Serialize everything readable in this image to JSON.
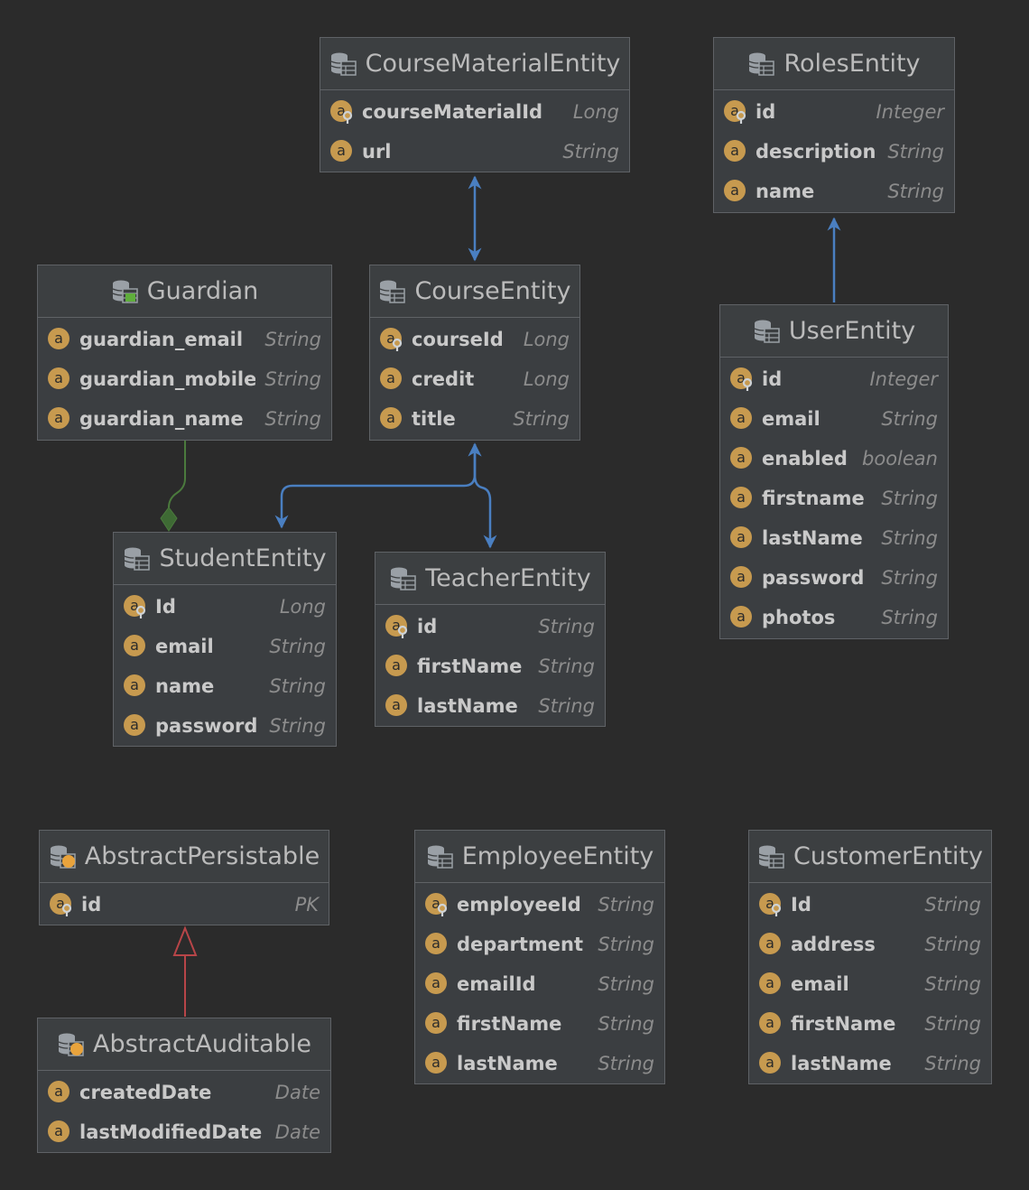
{
  "diagram": {
    "entities": {
      "course_material": {
        "title": "CourseMaterialEntity",
        "fields": [
          {
            "name": "courseMaterialId",
            "type": "Long",
            "key": true
          },
          {
            "name": "url",
            "type": "String",
            "key": false
          }
        ]
      },
      "roles": {
        "title": "RolesEntity",
        "fields": [
          {
            "name": "id",
            "type": "Integer",
            "key": true
          },
          {
            "name": "description",
            "type": "String",
            "key": false
          },
          {
            "name": "name",
            "type": "String",
            "key": false
          }
        ]
      },
      "guardian": {
        "title": "Guardian",
        "fields": [
          {
            "name": "guardian_email",
            "type": "String",
            "key": false
          },
          {
            "name": "guardian_mobile",
            "type": "String",
            "key": false
          },
          {
            "name": "guardian_name",
            "type": "String",
            "key": false
          }
        ]
      },
      "course": {
        "title": "CourseEntity",
        "fields": [
          {
            "name": "courseId",
            "type": "Long",
            "key": true
          },
          {
            "name": "credit",
            "type": "Long",
            "key": false
          },
          {
            "name": "title",
            "type": "String",
            "key": false
          }
        ]
      },
      "user": {
        "title": "UserEntity",
        "fields": [
          {
            "name": "id",
            "type": "Integer",
            "key": true
          },
          {
            "name": "email",
            "type": "String",
            "key": false
          },
          {
            "name": "enabled",
            "type": "boolean",
            "key": false
          },
          {
            "name": "firstname",
            "type": "String",
            "key": false
          },
          {
            "name": "lastName",
            "type": "String",
            "key": false
          },
          {
            "name": "password",
            "type": "String",
            "key": false
          },
          {
            "name": "photos",
            "type": "String",
            "key": false
          }
        ]
      },
      "student": {
        "title": "StudentEntity",
        "fields": [
          {
            "name": "Id",
            "type": "Long",
            "key": true
          },
          {
            "name": "email",
            "type": "String",
            "key": false
          },
          {
            "name": "name",
            "type": "String",
            "key": false
          },
          {
            "name": "password",
            "type": "String",
            "key": false
          }
        ]
      },
      "teacher": {
        "title": "TeacherEntity",
        "fields": [
          {
            "name": "id",
            "type": "String",
            "key": true
          },
          {
            "name": "firstName",
            "type": "String",
            "key": false
          },
          {
            "name": "lastName",
            "type": "String",
            "key": false
          }
        ]
      },
      "abstract_persistable": {
        "title": "AbstractPersistable",
        "fields": [
          {
            "name": "id",
            "type": "PK",
            "key": true
          }
        ]
      },
      "employee": {
        "title": "EmployeeEntity",
        "fields": [
          {
            "name": "employeeId",
            "type": "String",
            "key": true
          },
          {
            "name": "department",
            "type": "String",
            "key": false
          },
          {
            "name": "emailId",
            "type": "String",
            "key": false
          },
          {
            "name": "firstName",
            "type": "String",
            "key": false
          },
          {
            "name": "lastName",
            "type": "String",
            "key": false
          }
        ]
      },
      "customer": {
        "title": "CustomerEntity",
        "fields": [
          {
            "name": "Id",
            "type": "String",
            "key": true
          },
          {
            "name": "address",
            "type": "String",
            "key": false
          },
          {
            "name": "email",
            "type": "String",
            "key": false
          },
          {
            "name": "firstName",
            "type": "String",
            "key": false
          },
          {
            "name": "lastName",
            "type": "String",
            "key": false
          }
        ]
      },
      "abstract_auditable": {
        "title": "AbstractAuditable",
        "fields": [
          {
            "name": "createdDate",
            "type": "Date",
            "key": false
          },
          {
            "name": "lastModifiedDate",
            "type": "Date",
            "key": false
          }
        ]
      }
    },
    "icons": {
      "entity": "table-icon",
      "mapped_superclass": "table-orange-dot-icon",
      "embeddable": "table-green-icon",
      "attribute": "attribute-icon",
      "key_attribute": "key-attribute-icon"
    },
    "colors": {
      "association": "#4a7fc1",
      "composition": "#4b7a3d",
      "inheritance": "#b74548",
      "attribute_badge": "#c79a4f"
    }
  }
}
